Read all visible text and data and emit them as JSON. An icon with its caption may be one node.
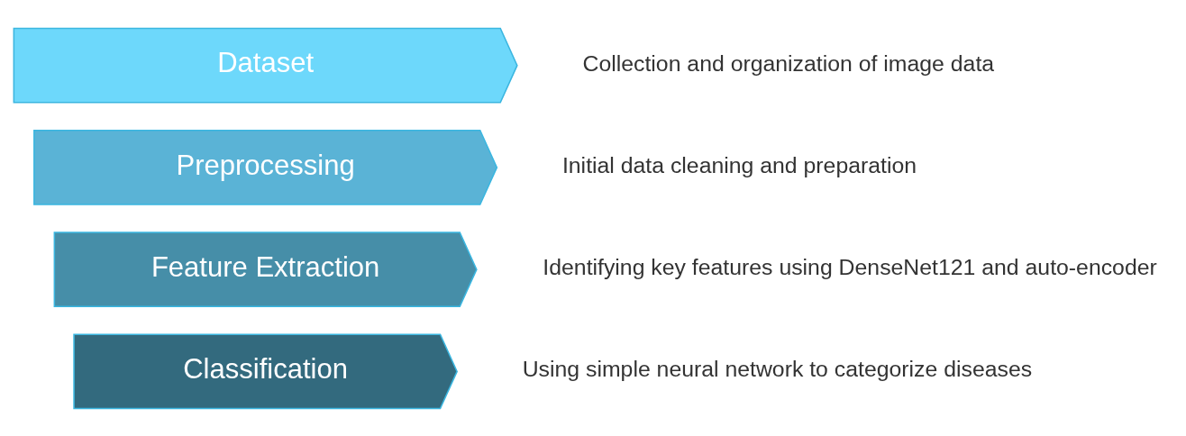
{
  "diagram": {
    "nodes": [
      {
        "text": [
          "Dataset"
        ],
        "beside": [
          "Collection and organization of image data"
        ]
      },
      {
        "text": [
          "Preprocessing"
        ],
        "beside": [
          "Initial data cleaning and preparation"
        ]
      },
      {
        "text": [
          "Feature Extraction"
        ],
        "beside": [
          "Identifying key features using DenseNet121 and auto-encoder"
        ]
      },
      {
        "text": [
          "Classification"
        ],
        "beside": [
          "Using simple neural network to categorize diseases"
        ]
      }
    ]
  }
}
